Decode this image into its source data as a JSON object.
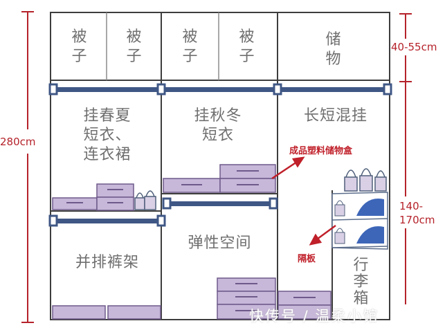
{
  "dimensions": {
    "total_height": "280cm",
    "top_height": "40-55cm",
    "mid_height": "140-\n170cm"
  },
  "compartments": {
    "quilt_1": "被\n子",
    "quilt_2": "被\n子",
    "quilt_3": "被\n子",
    "quilt_4": "被\n子",
    "storage": "储\n物",
    "spring_summer": "挂春夏\n短衣、\n连衣裙",
    "autumn_winter": "挂秋冬\n短衣",
    "long_short": "长短混挂",
    "pants_rack": "并排裤架",
    "flex_space": "弹性空间",
    "luggage": "行\n李\n箱"
  },
  "annotations": {
    "storage_box": "成品塑料储物盒",
    "shelf": "隔板"
  },
  "watermark": "快传号 / 温柔小馆",
  "colors": {
    "rod": "#3f5785",
    "box": "#c7b7d9",
    "box_edge": "#6e5a8a",
    "dim": "#b5222a",
    "arrow": "#c0202a"
  }
}
